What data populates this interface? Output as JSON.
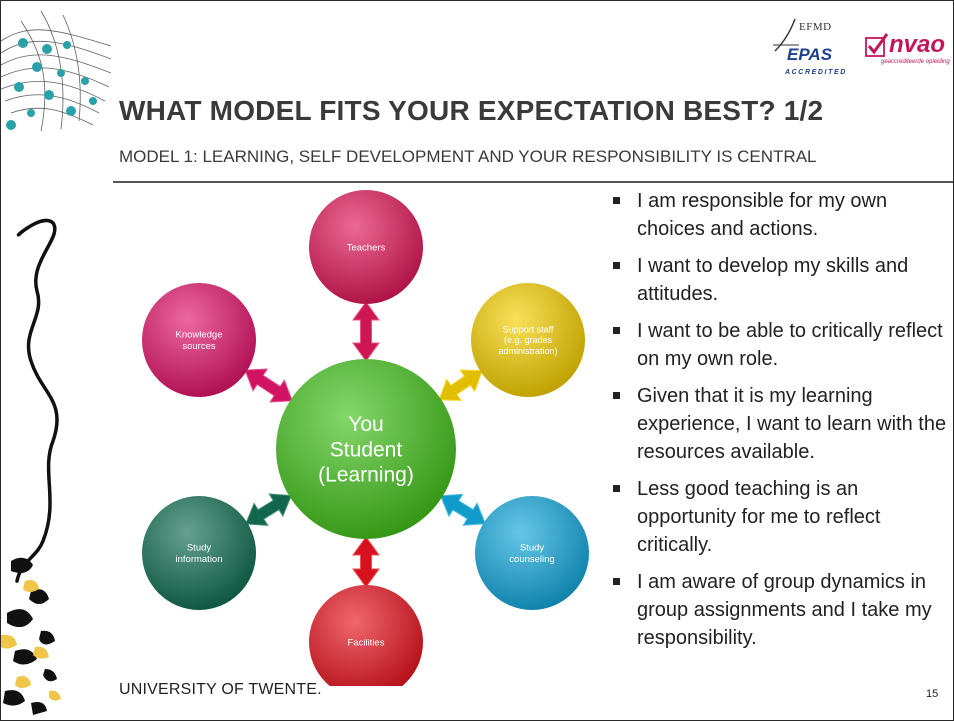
{
  "logos": {
    "epas_org": "EFMD",
    "epas_name": "EPAS",
    "epas_accredited": "ACCREDITED",
    "nvao_name": "nvao",
    "nvao_tagline": "geaccrediteerde opleiding",
    "colors": {
      "epas": "#1f3f8f",
      "nvao": "#c2185b"
    }
  },
  "slide": {
    "title": "WHAT MODEL FITS YOUR EXPECTATION BEST? 1/2",
    "subtitle": "MODEL 1: LEARNING, SELF DEVELOPMENT  AND YOUR RESPONSIBILITY IS CENTRAL"
  },
  "diagram": {
    "center": {
      "lines": [
        "You",
        "Student",
        "(Learning)"
      ],
      "color": "#44c21c"
    },
    "nodes": [
      {
        "lines": [
          "Teachers"
        ],
        "color": "#e0185a"
      },
      {
        "lines": [
          "Support staff",
          "(e.g. grades",
          "administration)"
        ],
        "color": "#f5cf00"
      },
      {
        "lines": [
          "Study",
          "counseling"
        ],
        "color": "#13a8dc"
      },
      {
        "lines": [
          "Facilities"
        ],
        "color": "#e8141f"
      },
      {
        "lines": [
          "Study",
          "information"
        ],
        "color": "#126f52"
      },
      {
        "lines": [
          "Knowledge",
          "sources"
        ],
        "color": "#e2156b"
      }
    ]
  },
  "bullets": [
    "I am responsible for my own choices and actions.",
    "I want to develop my skills and attitudes.",
    "I want to be able to critically reflect on my own role.",
    "Given that it is my learning experience, I want to learn with the resources available.",
    "Less good teaching is an opportunity for me to reflect critically.",
    "I am aware of group dynamics in group assignments and I take my responsibility."
  ],
  "footer": {
    "university": "UNIVERSITY OF TWENTE.",
    "page_number": "15"
  }
}
